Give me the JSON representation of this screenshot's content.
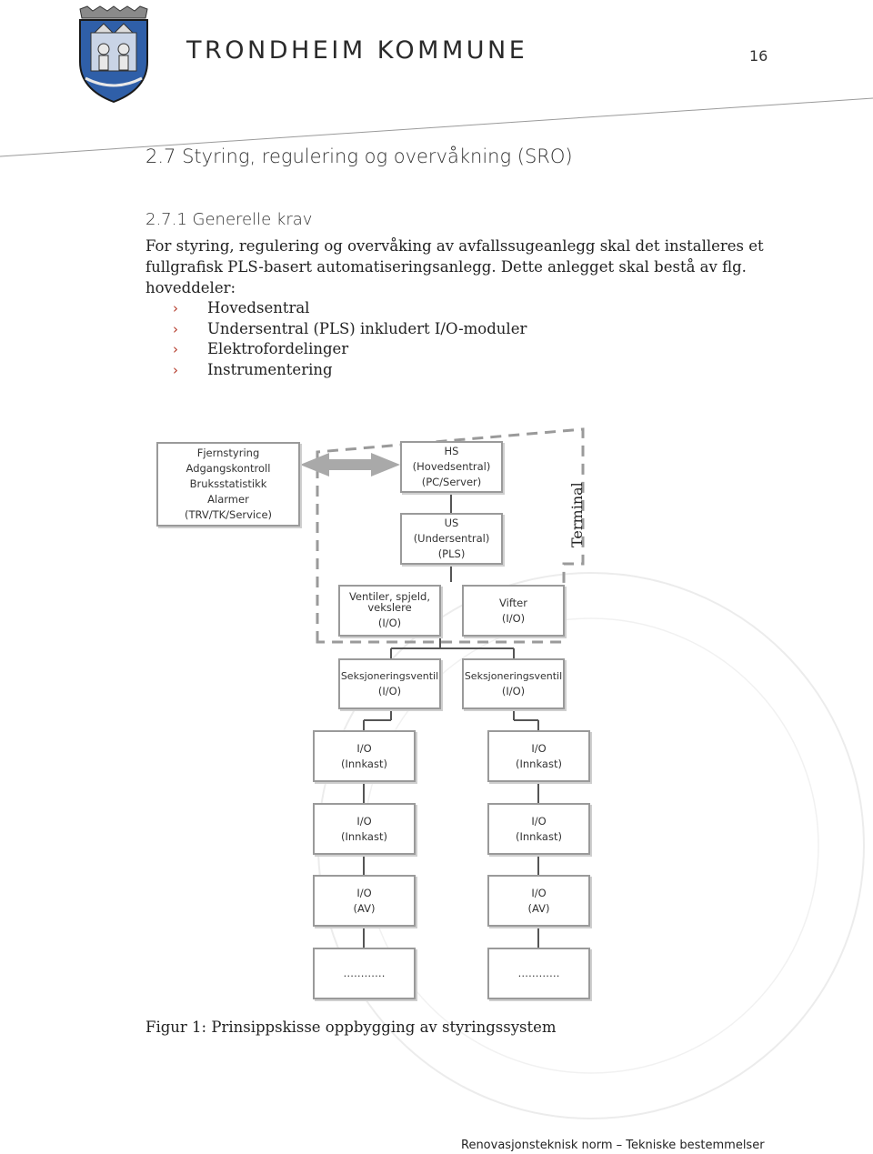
{
  "header": {
    "brand": "TRONDHEIM KOMMUNE",
    "page_number": "16"
  },
  "section": {
    "h2": "2.7  Styring, regulering og overvåkning (SRO)",
    "h3": "2.7.1  Generelle krav",
    "paragraph": "For styring, regulering og overvåking av avfallssugeanlegg skal det installeres et fullgrafisk PLS-basert automatiseringsanlegg. Dette anlegget skal bestå av flg. hoveddeler:",
    "bullets": [
      "Hovedsentral",
      "Undersentral (PLS) inkludert I/O-moduler",
      "Elektrofordelinger",
      "Instrumentering"
    ],
    "bullet_glyph": "›"
  },
  "diagram": {
    "remote": [
      "Fjernstyring",
      "Adgangskontroll",
      "Bruksstatistikk",
      "Alarmer",
      "(TRV/TK/Service)"
    ],
    "hs": [
      "HS",
      "(Hovedsentral)",
      "(PC/Server)"
    ],
    "us": [
      "US",
      "(Undersentral)",
      "(PLS)"
    ],
    "terminal": "Terminal",
    "ventiler": [
      "Ventiler, spjeld,",
      "vekslere",
      "(I/O)"
    ],
    "vifter": [
      "Vifter",
      "(I/O)"
    ],
    "seksjon_left": [
      "Seksjoneringsventil",
      "(I/O)"
    ],
    "seksjon_right": [
      "Seksjoneringsventil",
      "(I/O)"
    ],
    "io_row1_left": [
      "I/O",
      "(Innkast)"
    ],
    "io_row1_right": [
      "I/O",
      "(Innkast)"
    ],
    "io_row2_left": [
      "I/O",
      "(Innkast)"
    ],
    "io_row2_right": [
      "I/O",
      "(Innkast)"
    ],
    "io_row3_left": [
      "I/O",
      "(AV)"
    ],
    "io_row3_right": [
      "I/O",
      "(AV)"
    ],
    "more_left": "…………",
    "more_right": "…………"
  },
  "caption": "Figur 1: Prinsippskisse oppbygging av styringssystem",
  "footer": "Renovasjonsteknisk norm – Tekniske bestemmelser",
  "colors": {
    "bullet": "#b43a2a",
    "crest_blue": "#2f5fa8",
    "box_border": "#9a9a9a",
    "connector": "#555555",
    "dashed": "#9a9a9a"
  }
}
